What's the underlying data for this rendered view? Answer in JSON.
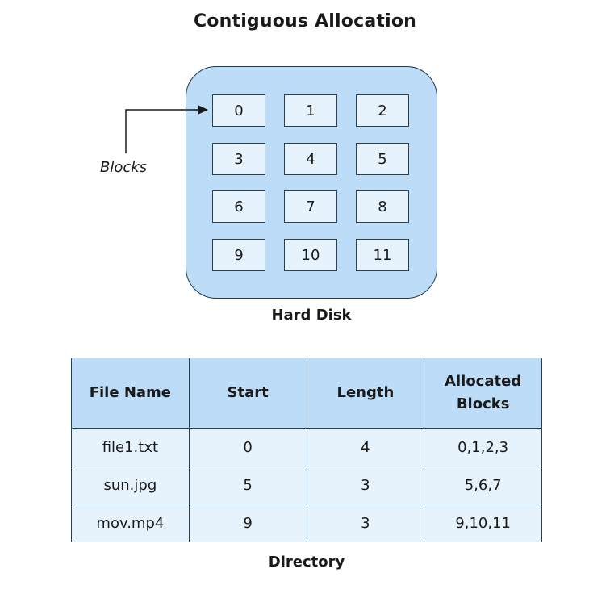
{
  "title": "Contiguous Allocation",
  "disk": {
    "label": "Hard Disk",
    "pointer_label": "Blocks",
    "blocks": [
      "0",
      "1",
      "2",
      "3",
      "4",
      "5",
      "6",
      "7",
      "8",
      "9",
      "10",
      "11"
    ]
  },
  "directory": {
    "label": "Directory",
    "columns": [
      "File Name",
      "Start",
      "Length",
      "Allocated Blocks"
    ],
    "rows": [
      [
        "file1.txt",
        "0",
        "4",
        "0,1,2,3"
      ],
      [
        "sun.jpg",
        "5",
        "3",
        "5,6,7"
      ],
      [
        "mov.mp4",
        "9",
        "3",
        "9,10,11"
      ]
    ]
  },
  "colors": {
    "disk_fill": "#bcdcf7",
    "block_fill": "#e6f2fc",
    "border": "#2a3f4f"
  }
}
